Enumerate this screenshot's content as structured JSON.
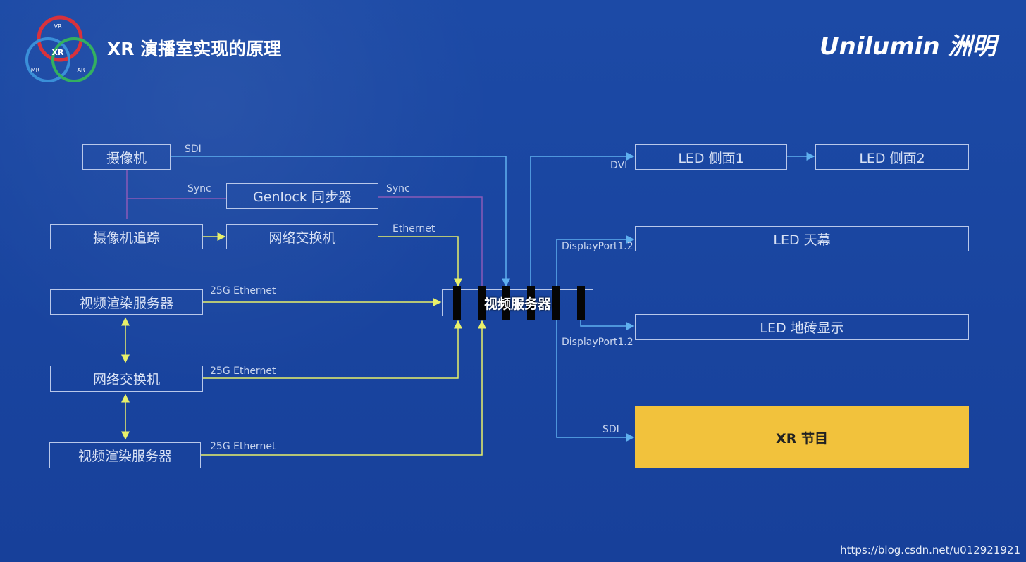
{
  "header": {
    "title": "XR 演播室实现的原理",
    "brand": "Unilumin 洲明",
    "logo": {
      "top": "VR",
      "left": "MR",
      "right": "AR",
      "center": "XR"
    }
  },
  "nodes": {
    "camera": "摄像机",
    "genlock": "Genlock 同步器",
    "tracking": "摄像机追踪",
    "switch_top": "网络交换机",
    "render1": "视频渲染服务器",
    "switch_mid": "网络交换机",
    "render2": "视频渲染服务器",
    "server": "视频服务器",
    "led_side1": "LED 侧面1",
    "led_side2": "LED 侧面2",
    "led_sky": "LED 天幕",
    "led_floor": "LED 地砖显示",
    "xr_program": "XR 节目"
  },
  "links": {
    "sdi_in": "SDI",
    "sync1": "Sync",
    "sync2": "Sync",
    "ethernet": "Ethernet",
    "eth25_1": "25G Ethernet",
    "eth25_2": "25G Ethernet",
    "eth25_3": "25G Ethernet",
    "dvi": "DVI",
    "dp1": "DisplayPort1.2",
    "dp2": "DisplayPort1.2",
    "sdi_out": "SDI"
  },
  "colors": {
    "background": "#1b47a1",
    "yellow_link": "#e8f06a",
    "blue_link": "#5fb0ef",
    "sync_link": "#8a5ab8",
    "xr_box": "#f2c23c"
  },
  "watermark": "https://blog.csdn.net/u012921921"
}
